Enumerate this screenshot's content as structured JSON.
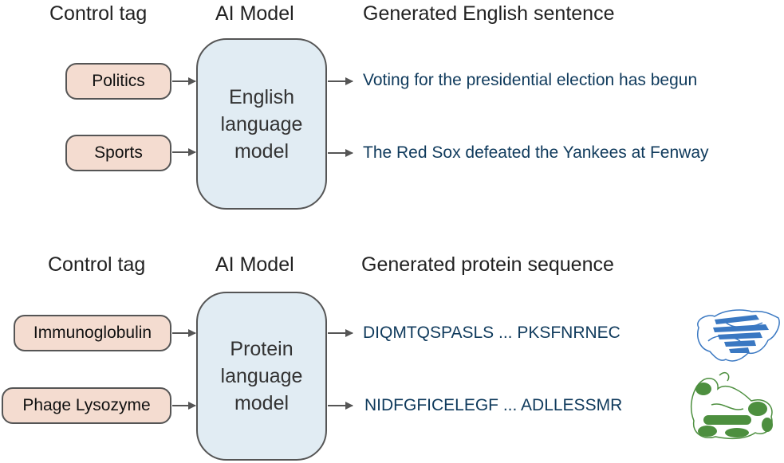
{
  "english": {
    "headers": {
      "control_tag": "Control tag",
      "ai_model": "AI Model",
      "output": "Generated English sentence"
    },
    "tags": [
      "Politics",
      "Sports"
    ],
    "model": [
      "English",
      "language",
      "model"
    ],
    "outputs": [
      "Voting for the presidential election has begun",
      "The Red Sox defeated the Yankees at Fenway"
    ]
  },
  "protein": {
    "headers": {
      "control_tag": "Control tag",
      "ai_model": "AI Model",
      "output": "Generated protein sequence"
    },
    "tags": [
      "Immunoglobulin",
      "Phage Lysozyme"
    ],
    "model": [
      "Protein",
      "language",
      "model"
    ],
    "outputs": [
      "DIQMTQSPASLS ... PKSFNRNEC",
      "NIDFGFICELEGF ... ADLLESSMR"
    ],
    "structure_colors": [
      "#3a78c2",
      "#4d8f3f"
    ]
  }
}
